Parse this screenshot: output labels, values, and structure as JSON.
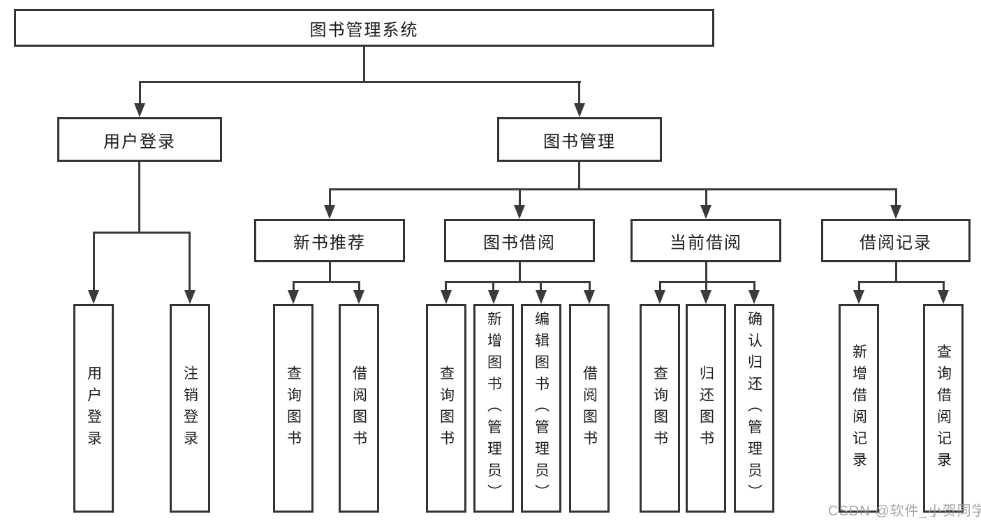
{
  "colors": {
    "background": "#ffffff",
    "box_border": "#333333",
    "connector_line": "#3a3a3a",
    "text": "#1c1c1e",
    "watermark": "#9a9a9a"
  },
  "watermark": {
    "text": "CSDN @软件_小贺同学"
  },
  "diagram": {
    "type": "hierarchy-tree",
    "root": {
      "label": "图书管理系统"
    },
    "branches": [
      {
        "label": "用户登录",
        "children": [
          {
            "label": "用户登录"
          },
          {
            "label": "注销登录"
          }
        ]
      },
      {
        "label": "图书管理",
        "children": [
          {
            "label": "新书推荐",
            "children": [
              {
                "label": "查询图书"
              },
              {
                "label": "借阅图书"
              }
            ]
          },
          {
            "label": "图书借阅",
            "children": [
              {
                "label": "查询图书"
              },
              {
                "label": "新增图书（管理员）"
              },
              {
                "label": "编辑图书（管理员）"
              },
              {
                "label": "借阅图书"
              }
            ]
          },
          {
            "label": "当前借阅",
            "children": [
              {
                "label": "查询图书"
              },
              {
                "label": "归还图书"
              },
              {
                "label": "确认归还（管理员）"
              }
            ]
          },
          {
            "label": "借阅记录",
            "children": [
              {
                "label": "新增借阅记录"
              },
              {
                "label": "查询借阅记录"
              }
            ]
          }
        ]
      }
    ]
  }
}
